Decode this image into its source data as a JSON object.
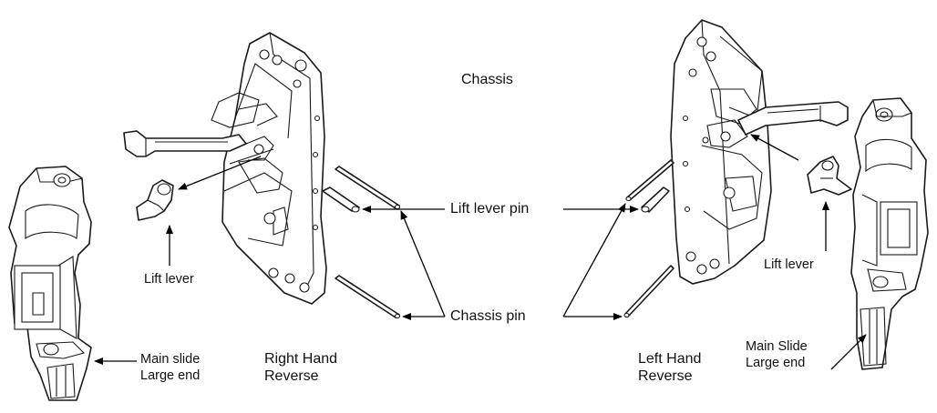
{
  "labels": {
    "chassis": "Chassis",
    "lift_lever_pin": "Lift lever pin",
    "chassis_pin": "Chassis pin",
    "lift_lever_left": "Lift lever",
    "lift_lever_right": "Lift lever",
    "main_slide_left": "Main slide\nLarge end",
    "main_slide_right": "Main Slide\nLarge end",
    "right_hand_reverse": "Right Hand\nReverse",
    "left_hand_reverse": "Left Hand\nReverse"
  },
  "colors": {
    "line": "#1a1a1a",
    "background": "#ffffff"
  }
}
